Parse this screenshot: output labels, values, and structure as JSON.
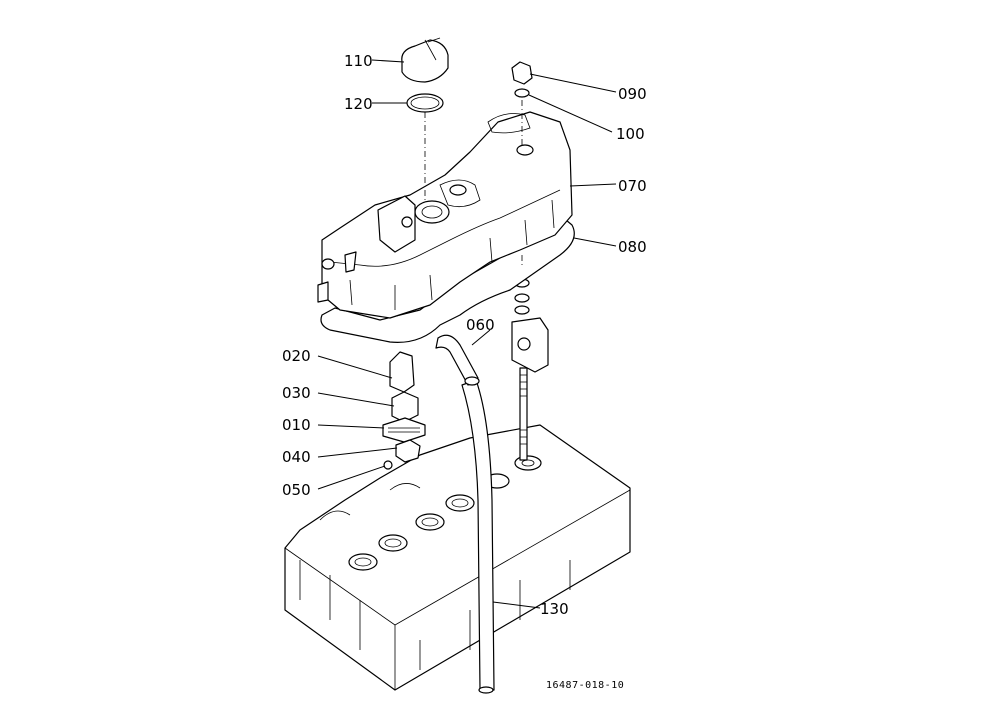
{
  "callouts": {
    "p110": "110",
    "p120": "120",
    "p090": "090",
    "p100": "100",
    "p070": "070",
    "p080": "080",
    "p060": "060",
    "p020": "020",
    "p030": "030",
    "p010": "010",
    "p040": "040",
    "p050": "050",
    "p130": "130"
  },
  "drawing_code": "16487-018-10"
}
